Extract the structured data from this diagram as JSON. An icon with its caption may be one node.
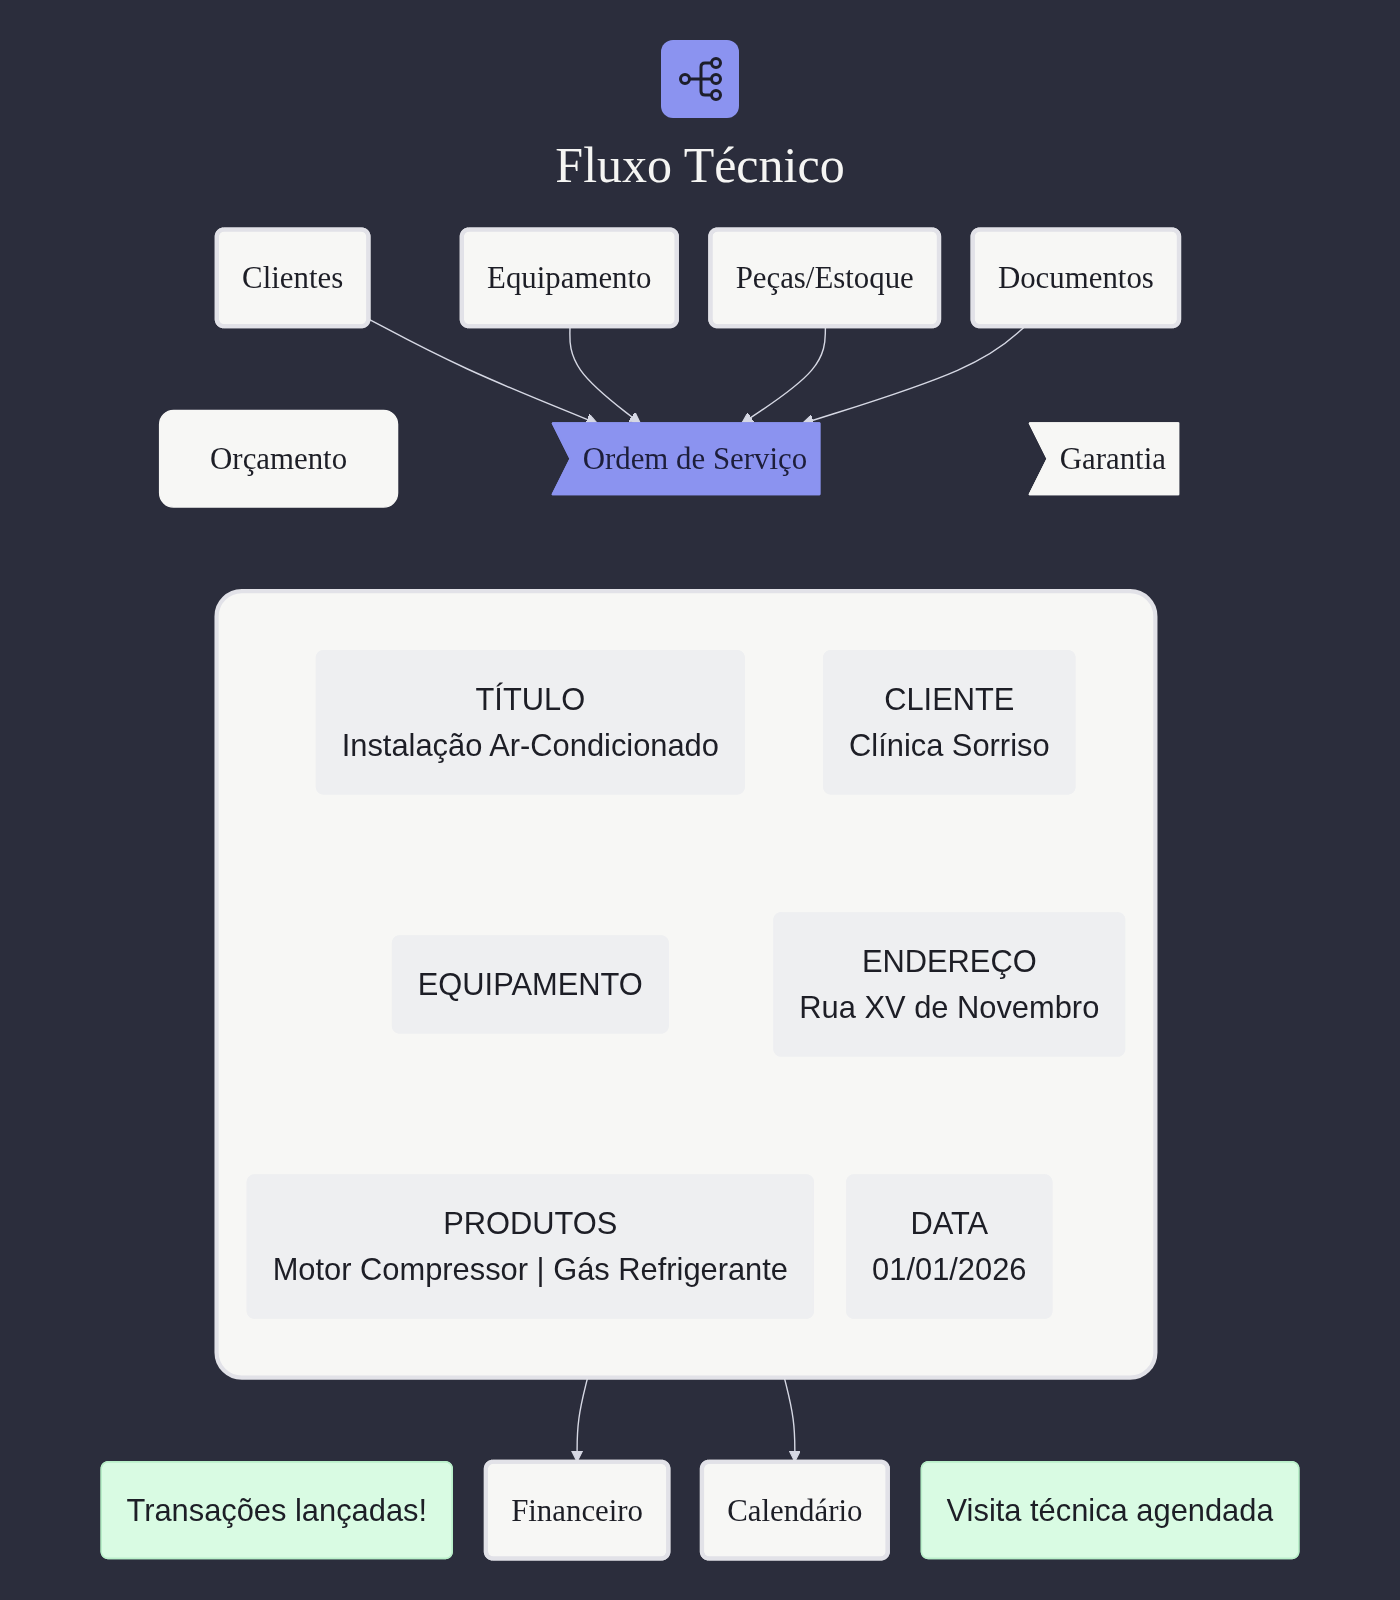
{
  "diagram": {
    "title": "Fluxo Técnico",
    "nodes": [
      {
        "text": [
          "Clientes"
        ]
      },
      {
        "text": [
          "Equipamento"
        ]
      },
      {
        "text": [
          "Peças/Estoque"
        ]
      },
      {
        "text": [
          "Documentos"
        ]
      },
      {
        "text": [
          "Orçamento"
        ]
      },
      {
        "text": [
          "Ordem de Serviço"
        ]
      },
      {
        "text": [
          "Garantia"
        ]
      },
      {
        "text": [],
        "shape": "box"
      },
      {
        "text": [
          "TÍTULO",
          "Instalação Ar-Condicionado"
        ],
        "in": 7
      },
      {
        "text": [
          "CLIENTE",
          "Clínica Sorriso"
        ],
        "in": 7
      },
      {
        "text": [
          "EQUIPAMENTO"
        ],
        "in": 7
      },
      {
        "text": [
          "ENDEREÇO",
          "Rua XV de Novembro"
        ],
        "in": 7
      },
      {
        "text": [
          "PRODUTOS",
          "Motor Compressor | Gás Refrigerante"
        ],
        "in": 7
      },
      {
        "text": [
          "DATA",
          "01/01/2026"
        ],
        "in": 7
      },
      {
        "text": [
          "Transações lançadas!"
        ]
      },
      {
        "text": [
          "Financeiro"
        ]
      },
      {
        "text": [
          "Calendário"
        ]
      },
      {
        "text": [
          "Visita técnica agendada"
        ]
      }
    ],
    "edges": [
      {
        "from": 0,
        "to": 5,
        "arrow": "to"
      },
      {
        "from": 1,
        "to": 5,
        "arrow": "to"
      },
      {
        "from": 2,
        "to": 5,
        "arrow": "to"
      },
      {
        "from": 3,
        "to": 5,
        "arrow": "to"
      },
      {
        "from": 7,
        "to": 15,
        "arrow": "to"
      },
      {
        "from": 7,
        "to": 16,
        "arrow": "to"
      }
    ]
  }
}
